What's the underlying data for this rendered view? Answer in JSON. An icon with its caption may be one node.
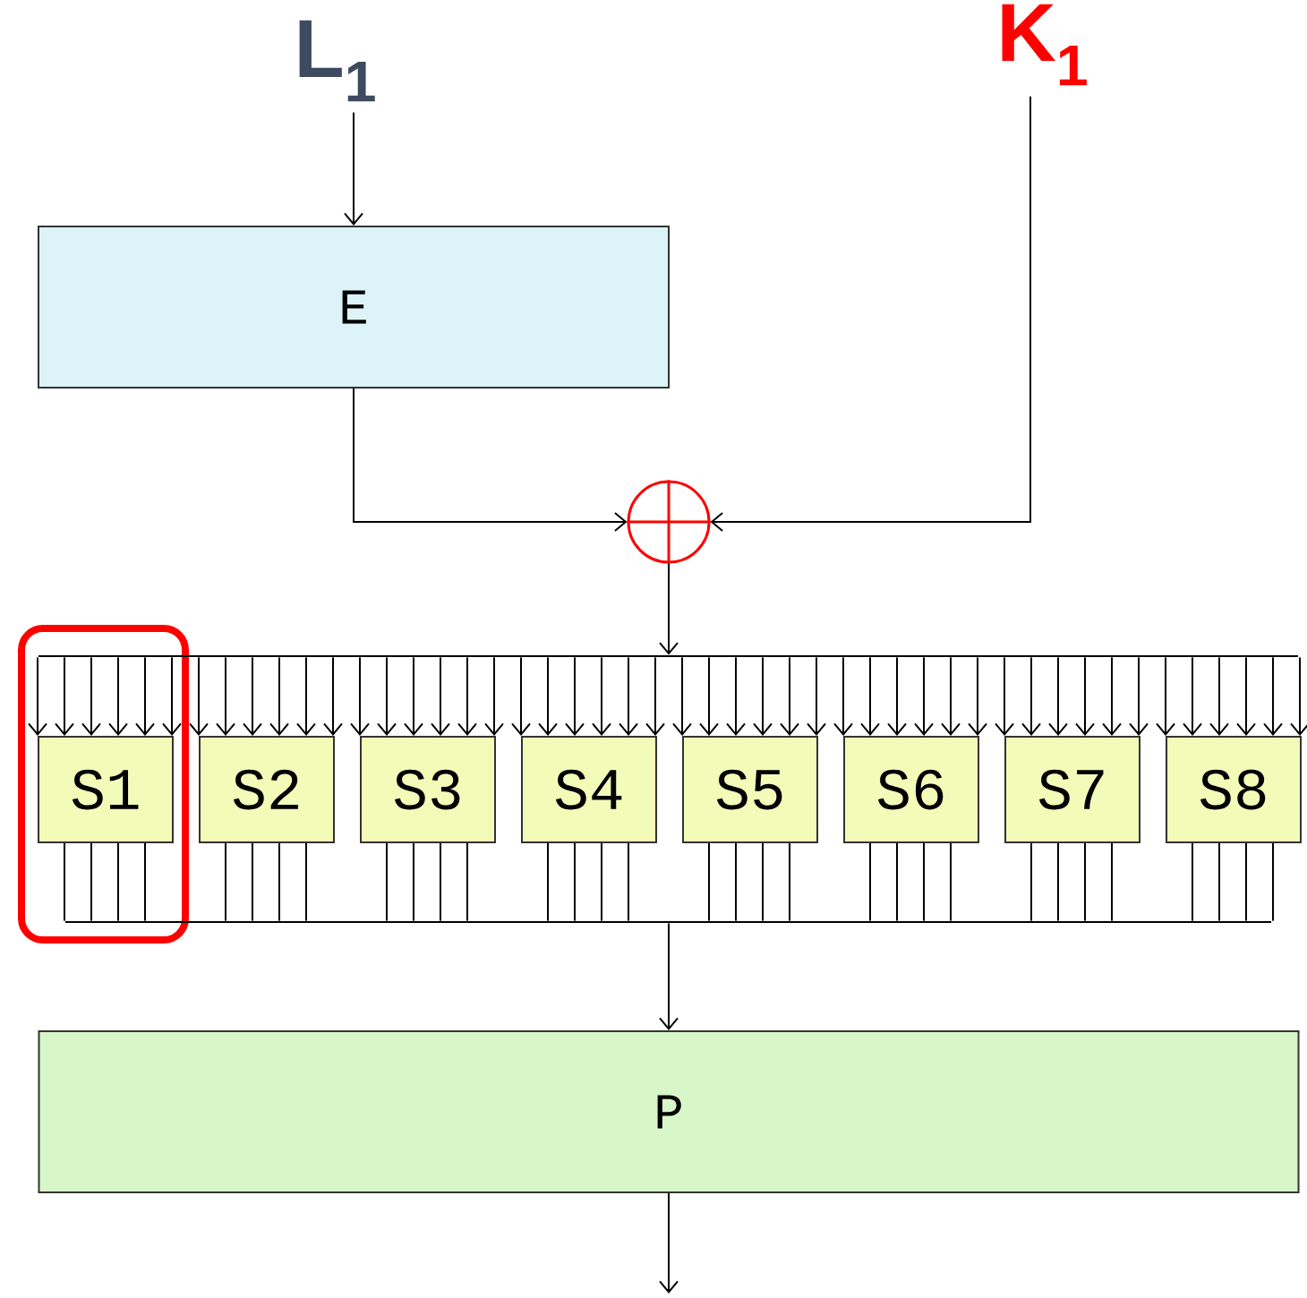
{
  "diagram": {
    "nodes": [
      {
        "text": [
          "L$_{1}$"
        ]
      },
      {
        "text": [
          "K$_{1}$"
        ]
      },
      {
        "text": [
          "E"
        ]
      },
      {
        "text": [],
        "shape": "circle"
      },
      {
        "text": [],
        "shape": "bar"
      },
      {
        "text": [
          "S1"
        ]
      },
      {
        "text": [
          "S2"
        ]
      },
      {
        "text": [
          "S3"
        ]
      },
      {
        "text": [
          "S4"
        ]
      },
      {
        "text": [
          "S5"
        ]
      },
      {
        "text": [
          "S6"
        ]
      },
      {
        "text": [
          "S7"
        ]
      },
      {
        "text": [
          "S8"
        ]
      },
      {
        "text": [],
        "shape": "bar"
      },
      {
        "text": [
          "P"
        ]
      }
    ],
    "edges": [
      {
        "from": 0,
        "to": 2,
        "arrow": "to"
      },
      {
        "from": 2,
        "to": 3,
        "arrow": "to"
      },
      {
        "from": 1,
        "to": 3,
        "arrow": "to"
      },
      {
        "from": 3,
        "to": 4,
        "arrow": "to"
      },
      {
        "from": 4,
        "to": 5,
        "arrow": "to"
      },
      {
        "from": 4,
        "to": 5,
        "arrow": "to"
      },
      {
        "from": 4,
        "to": 5,
        "arrow": "to"
      },
      {
        "from": 4,
        "to": 5,
        "arrow": "to"
      },
      {
        "from": 4,
        "to": 5,
        "arrow": "to"
      },
      {
        "from": 4,
        "to": 5,
        "arrow": "to"
      },
      {
        "from": 4,
        "to": 6,
        "arrow": "to"
      },
      {
        "from": 4,
        "to": 6,
        "arrow": "to"
      },
      {
        "from": 4,
        "to": 6,
        "arrow": "to"
      },
      {
        "from": 4,
        "to": 6,
        "arrow": "to"
      },
      {
        "from": 4,
        "to": 6,
        "arrow": "to"
      },
      {
        "from": 4,
        "to": 6,
        "arrow": "to"
      },
      {
        "from": 4,
        "to": 7,
        "arrow": "to"
      },
      {
        "from": 4,
        "to": 7,
        "arrow": "to"
      },
      {
        "from": 4,
        "to": 7,
        "arrow": "to"
      },
      {
        "from": 4,
        "to": 7,
        "arrow": "to"
      },
      {
        "from": 4,
        "to": 7,
        "arrow": "to"
      },
      {
        "from": 4,
        "to": 7,
        "arrow": "to"
      },
      {
        "from": 4,
        "to": 8,
        "arrow": "to"
      },
      {
        "from": 4,
        "to": 8,
        "arrow": "to"
      },
      {
        "from": 4,
        "to": 8,
        "arrow": "to"
      },
      {
        "from": 4,
        "to": 8,
        "arrow": "to"
      },
      {
        "from": 4,
        "to": 8,
        "arrow": "to"
      },
      {
        "from": 4,
        "to": 8,
        "arrow": "to"
      },
      {
        "from": 4,
        "to": 9,
        "arrow": "to"
      },
      {
        "from": 4,
        "to": 9,
        "arrow": "to"
      },
      {
        "from": 4,
        "to": 9,
        "arrow": "to"
      },
      {
        "from": 4,
        "to": 9,
        "arrow": "to"
      },
      {
        "from": 4,
        "to": 9,
        "arrow": "to"
      },
      {
        "from": 4,
        "to": 9,
        "arrow": "to"
      },
      {
        "from": 4,
        "to": 10,
        "arrow": "to"
      },
      {
        "from": 4,
        "to": 10,
        "arrow": "to"
      },
      {
        "from": 4,
        "to": 10,
        "arrow": "to"
      },
      {
        "from": 4,
        "to": 10,
        "arrow": "to"
      },
      {
        "from": 4,
        "to": 10,
        "arrow": "to"
      },
      {
        "from": 4,
        "to": 10,
        "arrow": "to"
      },
      {
        "from": 4,
        "to": 11,
        "arrow": "to"
      },
      {
        "from": 4,
        "to": 11,
        "arrow": "to"
      },
      {
        "from": 4,
        "to": 11,
        "arrow": "to"
      },
      {
        "from": 4,
        "to": 11,
        "arrow": "to"
      },
      {
        "from": 4,
        "to": 11,
        "arrow": "to"
      },
      {
        "from": 4,
        "to": 11,
        "arrow": "to"
      },
      {
        "from": 4,
        "to": 12,
        "arrow": "to"
      },
      {
        "from": 4,
        "to": 12,
        "arrow": "to"
      },
      {
        "from": 4,
        "to": 12,
        "arrow": "to"
      },
      {
        "from": 4,
        "to": 12,
        "arrow": "to"
      },
      {
        "from": 4,
        "to": 12,
        "arrow": "to"
      },
      {
        "from": 4,
        "to": 12,
        "arrow": "to"
      },
      {
        "from": 5,
        "to": 13,
        "arrow": "none"
      },
      {
        "from": 5,
        "to": 13,
        "arrow": "none"
      },
      {
        "from": 5,
        "to": 13,
        "arrow": "none"
      },
      {
        "from": 5,
        "to": 13,
        "arrow": "none"
      },
      {
        "from": 6,
        "to": 13,
        "arrow": "none"
      },
      {
        "from": 6,
        "to": 13,
        "arrow": "none"
      },
      {
        "from": 6,
        "to": 13,
        "arrow": "none"
      },
      {
        "from": 6,
        "to": 13,
        "arrow": "none"
      },
      {
        "from": 7,
        "to": 13,
        "arrow": "none"
      },
      {
        "from": 7,
        "to": 13,
        "arrow": "none"
      },
      {
        "from": 7,
        "to": 13,
        "arrow": "none"
      },
      {
        "from": 7,
        "to": 13,
        "arrow": "none"
      },
      {
        "from": 8,
        "to": 13,
        "arrow": "none"
      },
      {
        "from": 8,
        "to": 13,
        "arrow": "none"
      },
      {
        "from": 8,
        "to": 13,
        "arrow": "none"
      },
      {
        "from": 8,
        "to": 13,
        "arrow": "none"
      },
      {
        "from": 9,
        "to": 13,
        "arrow": "none"
      },
      {
        "from": 9,
        "to": 13,
        "arrow": "none"
      },
      {
        "from": 9,
        "to": 13,
        "arrow": "none"
      },
      {
        "from": 9,
        "to": 13,
        "arrow": "none"
      },
      {
        "from": 10,
        "to": 13,
        "arrow": "none"
      },
      {
        "from": 10,
        "to": 13,
        "arrow": "none"
      },
      {
        "from": 10,
        "to": 13,
        "arrow": "none"
      },
      {
        "from": 10,
        "to": 13,
        "arrow": "none"
      },
      {
        "from": 11,
        "to": 13,
        "arrow": "none"
      },
      {
        "from": 11,
        "to": 13,
        "arrow": "none"
      },
      {
        "from": 11,
        "to": 13,
        "arrow": "none"
      },
      {
        "from": 11,
        "to": 13,
        "arrow": "none"
      },
      {
        "from": 12,
        "to": 13,
        "arrow": "none"
      },
      {
        "from": 12,
        "to": 13,
        "arrow": "none"
      },
      {
        "from": 12,
        "to": 13,
        "arrow": "none"
      },
      {
        "from": 12,
        "to": 13,
        "arrow": "none"
      },
      {
        "from": 13,
        "to": 14,
        "arrow": "to"
      },
      {
        "from": 14,
        "to": null,
        "arrow": "to"
      }
    ]
  }
}
